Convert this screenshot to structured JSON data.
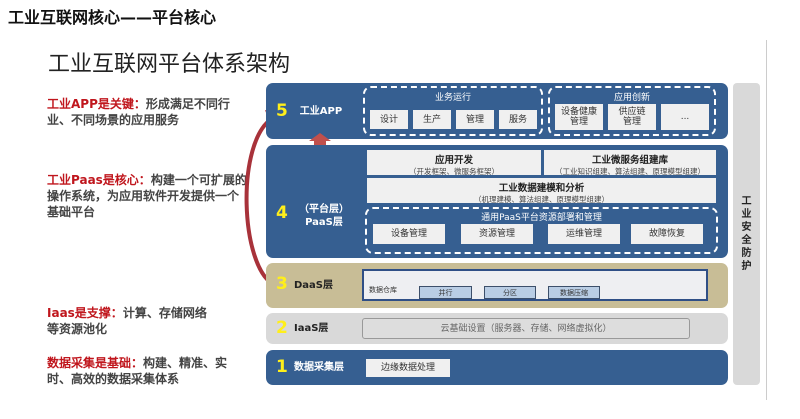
{
  "header": {
    "title": "工业互联网核心——平台核心",
    "subtitle": "工业互联网平台体系架构"
  },
  "notes": [
    {
      "key": "工业APP是关键：",
      "text": "形成满足不同行业、不同场景的应用服务"
    },
    {
      "key": "工业Paas是核心：",
      "text": "构建一个可扩展的操作系统，为应用软件开发提供一个基础平台"
    },
    {
      "key": "Iaas是支撑：",
      "text": "计算、存储网络等资源池化"
    },
    {
      "key": "数据采集是基础：",
      "text": "构建、精准、实时、高效的数据采集体系"
    }
  ],
  "layer5": {
    "num": "5",
    "name": "工业APP",
    "group1": {
      "title": "业务运行",
      "items": [
        "设计",
        "生产",
        "管理",
        "服务"
      ]
    },
    "group2": {
      "title": "应用创新",
      "items": [
        "设备健康管理",
        "供应链管理",
        "..."
      ]
    }
  },
  "layer4": {
    "num": "4",
    "name1": "（平台层）",
    "name2": "PaaS层",
    "app_dev": {
      "title": "应用开发",
      "sub": "（开发框架、微服务框架）"
    },
    "micro": {
      "title": "工业微服务组建库",
      "sub": "（工业知识组建、算法组建、原理模型组建）"
    },
    "model": {
      "title": "工业数据建模和分析",
      "sub": "（机理建模、算法组建、原理模型组建）"
    },
    "common": {
      "title": "通用PaaS平台资源部署和管理",
      "items": [
        "设备管理",
        "资源管理",
        "运维管理",
        "故障恢复"
      ]
    }
  },
  "layer3": {
    "num": "3",
    "name": "DaaS层",
    "warehouse": "数据仓库",
    "items": [
      "并行",
      "分区",
      "数据压缩"
    ]
  },
  "layer2": {
    "num": "2",
    "name": "IaaS层",
    "content": "云基础设置（服务器、存储、网络虚拟化）"
  },
  "layer1": {
    "num": "1",
    "name": "数据采集层",
    "content": "边缘数据处理"
  },
  "security": "工业安全防护",
  "colors": {
    "blue": "#365f91",
    "tan": "#c8bd96",
    "grey": "#d9d9d9",
    "red": "#c0161d",
    "yellow": "#ffef1a"
  }
}
